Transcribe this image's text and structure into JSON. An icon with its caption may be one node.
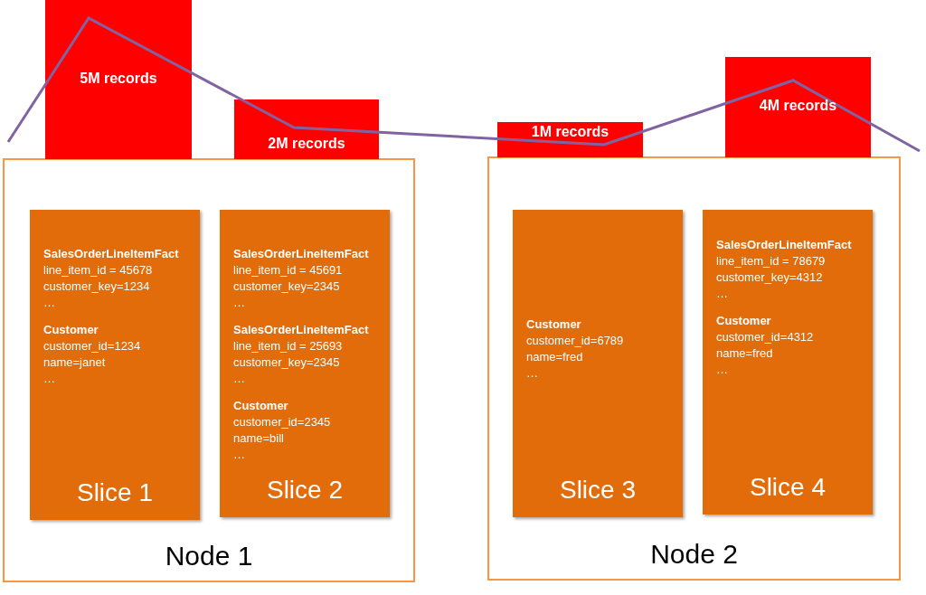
{
  "diagram": {
    "nodes": [
      {
        "text": [
          "Node 1"
        ]
      },
      {
        "text": [
          "SalesOrderLineItemFact",
          "line_item_id = 45678",
          "customer_key=1234",
          "…",
          "Customer",
          "customer_id=1234",
          "name=janet",
          "…",
          "Slice 1"
        ],
        "in": 0
      },
      {
        "text": [
          "SalesOrderLineItemFact",
          "line_item_id = 45691",
          "customer_key=2345",
          "…",
          "SalesOrderLineItemFact",
          "line_item_id = 25693",
          "customer_key=2345",
          "…",
          "Customer",
          "customer_id=2345",
          "name=bill",
          "…",
          "Slice 2"
        ],
        "in": 0
      },
      {
        "text": [
          "Node 2"
        ]
      },
      {
        "text": [
          "Customer",
          "customer_id=6789",
          "name=fred",
          "…",
          "Slice 3"
        ],
        "in": 3
      },
      {
        "text": [
          "SalesOrderLineItemFact",
          "line_item_id = 78679",
          "customer_key=4312",
          "…",
          "Customer",
          "customer_id=4312",
          "name=fred",
          "…",
          "Slice 4"
        ],
        "in": 3
      },
      {
        "text": [
          "5M records"
        ]
      },
      {
        "text": [
          "2M records"
        ]
      },
      {
        "text": [
          "1M records"
        ]
      },
      {
        "text": [
          "4M records"
        ]
      }
    ]
  }
}
